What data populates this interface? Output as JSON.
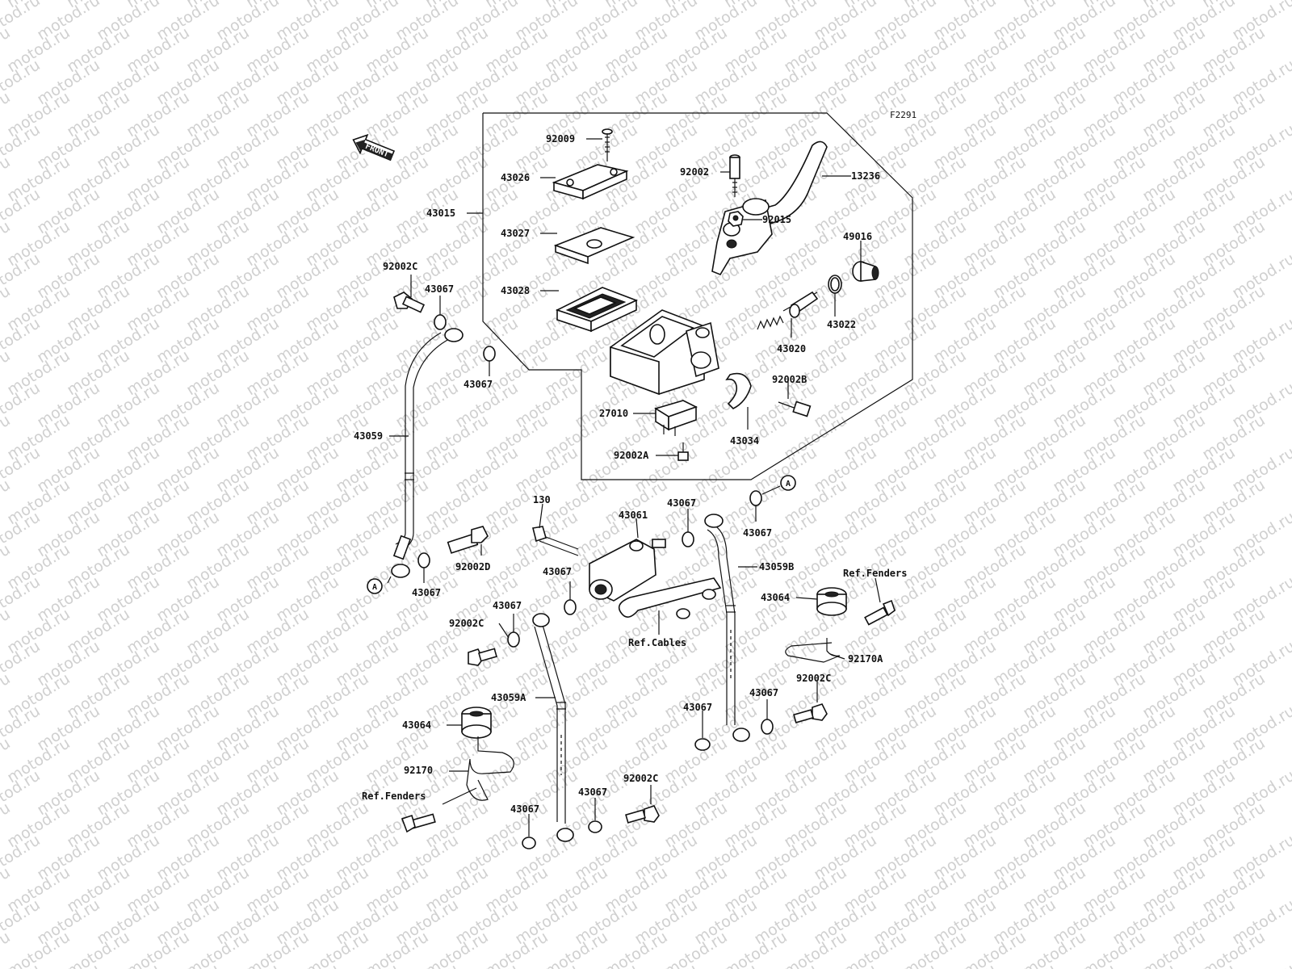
{
  "diagram": {
    "code": "F2291",
    "front_label": "FRONT",
    "watermark_text": "motod.ru",
    "callouts": [
      {
        "id": "c01",
        "text": "92009"
      },
      {
        "id": "c02",
        "text": "43026"
      },
      {
        "id": "c03",
        "text": "43027"
      },
      {
        "id": "c04",
        "text": "43028"
      },
      {
        "id": "c05",
        "text": "43015"
      },
      {
        "id": "c06",
        "text": "92002"
      },
      {
        "id": "c07",
        "text": "13236"
      },
      {
        "id": "c08",
        "text": "49016"
      },
      {
        "id": "c09",
        "text": "92015"
      },
      {
        "id": "c10",
        "text": "43022"
      },
      {
        "id": "c11",
        "text": "43020"
      },
      {
        "id": "c12",
        "text": "92002B"
      },
      {
        "id": "c13",
        "text": "27010"
      },
      {
        "id": "c14",
        "text": "43034"
      },
      {
        "id": "c15",
        "text": "92002A"
      },
      {
        "id": "c16",
        "text": "92002C"
      },
      {
        "id": "c17",
        "text": "43067"
      },
      {
        "id": "c18",
        "text": "43067"
      },
      {
        "id": "c19",
        "text": "43059"
      },
      {
        "id": "c20",
        "text": "92002D"
      },
      {
        "id": "c21",
        "text": "43067"
      },
      {
        "id": "c22",
        "text": "A"
      },
      {
        "id": "c23",
        "text": "130"
      },
      {
        "id": "c24",
        "text": "43061"
      },
      {
        "id": "c25",
        "text": "43067"
      },
      {
        "id": "c26",
        "text": "43067"
      },
      {
        "id": "c27",
        "text": "A"
      },
      {
        "id": "c28",
        "text": "43059B"
      },
      {
        "id": "c29",
        "text": "Ref.Fenders"
      },
      {
        "id": "c30",
        "text": "43064"
      },
      {
        "id": "c31",
        "text": "43067"
      },
      {
        "id": "c32",
        "text": "43067"
      },
      {
        "id": "c33",
        "text": "92002C"
      },
      {
        "id": "c34",
        "text": "Ref.Cables"
      },
      {
        "id": "c35",
        "text": "92170A"
      },
      {
        "id": "c36",
        "text": "92002C"
      },
      {
        "id": "c37",
        "text": "43067"
      },
      {
        "id": "c38",
        "text": "43067"
      },
      {
        "id": "c39",
        "text": "43059A"
      },
      {
        "id": "c40",
        "text": "43064"
      },
      {
        "id": "c41",
        "text": "92170"
      },
      {
        "id": "c42",
        "text": "Ref.Fenders"
      },
      {
        "id": "c43",
        "text": "92002C"
      },
      {
        "id": "c44",
        "text": "43067"
      },
      {
        "id": "c45",
        "text": "43067"
      }
    ]
  }
}
